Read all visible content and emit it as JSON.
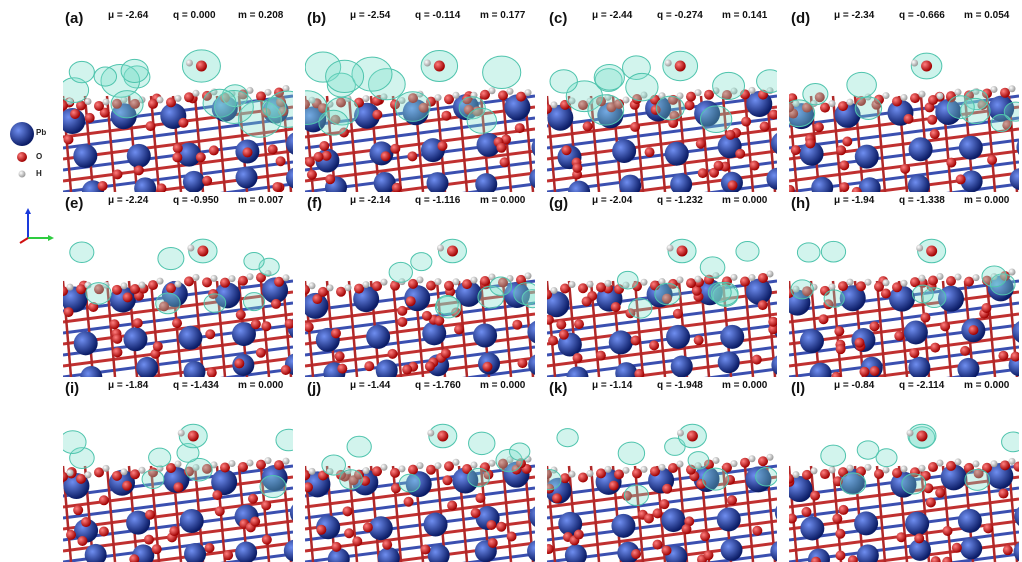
{
  "legend": {
    "items": [
      {
        "symbol": "Pb",
        "color": "#1d3a9a"
      },
      {
        "symbol": "O",
        "color": "#e01010"
      },
      {
        "symbol": "H",
        "color": "#e8e8e8"
      }
    ],
    "axes": {
      "x_color": "#2ecc40",
      "y_color": "#d01010",
      "z_color": "#1a3adb"
    }
  },
  "panels": [
    {
      "label": "(a)",
      "mu": "μ = -2.64",
      "q": "q = 0.000",
      "m": "m = 0.208",
      "density_level": 0.208
    },
    {
      "label": "(b)",
      "mu": "μ = -2.54",
      "q": "q = -0.114",
      "m": "m = 0.177",
      "density_level": 0.177
    },
    {
      "label": "(c)",
      "mu": "μ = -2.44",
      "q": "q = -0.274",
      "m": "m = 0.141",
      "density_level": 0.141
    },
    {
      "label": "(d)",
      "mu": "μ = -2.34",
      "q": "q = -0.666",
      "m": "m = 0.054",
      "density_level": 0.054
    },
    {
      "label": "(e)",
      "mu": "μ = -2.24",
      "q": "q = -0.950",
      "m": "m = 0.007",
      "density_level": 0.007
    },
    {
      "label": "(f)",
      "mu": "μ = -2.14",
      "q": "q = -1.116",
      "m": "m = 0.000",
      "density_level": 0.0
    },
    {
      "label": "(g)",
      "mu": "μ = -2.04",
      "q": "q = -1.232",
      "m": "m = 0.000",
      "density_level": 0.0
    },
    {
      "label": "(h)",
      "mu": "μ = -1.94",
      "q": "q = -1.338",
      "m": "m = 0.000",
      "density_level": 0.0
    },
    {
      "label": "(i)",
      "mu": "μ = -1.84",
      "q": "q = -1.434",
      "m": "m = 0.000",
      "density_level": 0.0
    },
    {
      "label": "(j)",
      "mu": "μ = -1.44",
      "q": "q = -1.760",
      "m": "m = 0.000",
      "density_level": 0.0
    },
    {
      "label": "(k)",
      "mu": "μ = -1.14",
      "q": "q = -1.948",
      "m": "m = 0.000",
      "density_level": 0.0
    },
    {
      "label": "(l)",
      "mu": "μ = -0.84",
      "q": "q = -2.114",
      "m": "m = 0.000",
      "density_level": 0.0
    }
  ],
  "colors": {
    "pb": "#1d3a9a",
    "o": "#e01010",
    "h": "#e8e8e8",
    "isosurface": "#7fe0cc",
    "bond": "#c03030"
  }
}
